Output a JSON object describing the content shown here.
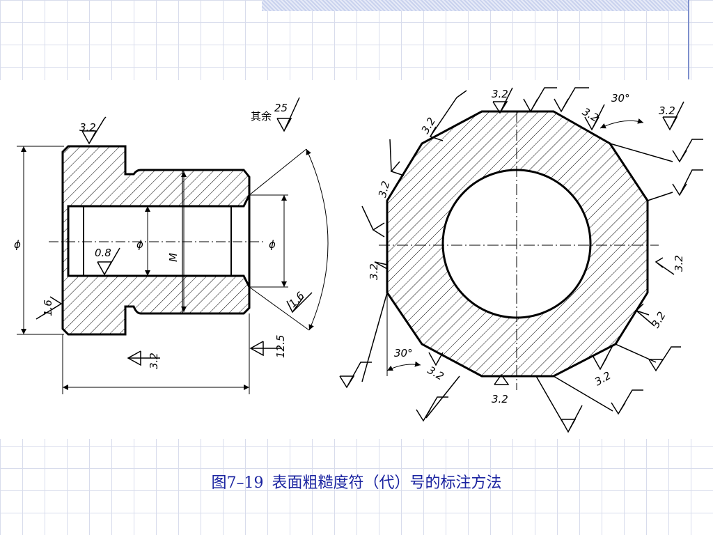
{
  "caption": {
    "figure_no": "图7–19",
    "title": "表面粗糙度符（代）号的标注方法"
  },
  "labels": {
    "other_prefix": "其余",
    "other_value": "25",
    "r32": "3.2",
    "r08": "0.8",
    "r16": "1.6",
    "r125": "12.5",
    "phi": "ϕ",
    "m": "M",
    "angle": "30°"
  },
  "colors": {
    "caption": "#1a23a0",
    "grid": "#d8dcec",
    "ink": "#000000"
  }
}
